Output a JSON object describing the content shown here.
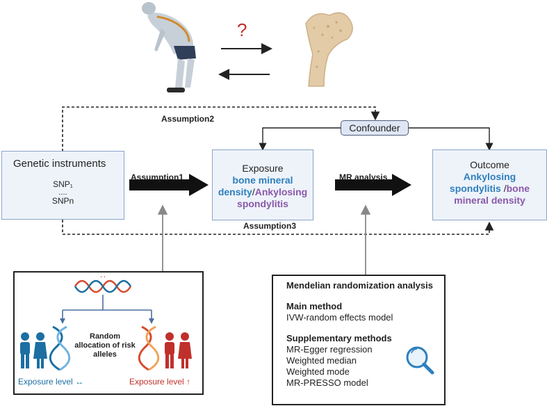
{
  "top": {
    "question_mark": "?"
  },
  "assumptions": {
    "a1": "Assumption1",
    "a2": "Assumption2",
    "a3": "Assumption3"
  },
  "confounder": "Confounder",
  "genetic": {
    "title": "Genetic instruments",
    "snp1": "SNP₁",
    "dots": "....",
    "snpn": "SNPn"
  },
  "exposure": {
    "title": "Exposure",
    "part1": "bone mineral density",
    "slash": "/",
    "part2": "Ankylosing spondylitis"
  },
  "mr_label": "MR analysis",
  "outcome": {
    "title": "Outcome",
    "part1": "Ankylosing spondylitis",
    "slash": " /",
    "part2": "bone mineral density"
  },
  "random_panel": {
    "caption": "Random allocation of risk alleles",
    "left_label": "Exposure level",
    "left_arrow": "↔",
    "right_label": "Exposure level",
    "right_arrow": "↑"
  },
  "methods": {
    "title": "Mendelian randomization analysis",
    "main_heading": "Main method",
    "main_item": "IVW-random effects model",
    "supp_heading": "Supplementary methods",
    "supp_items": [
      "MR-Egger regression",
      "Weighted median",
      "Weighted mode",
      "MR-PRESSO model"
    ]
  },
  "colors": {
    "blue": "#2e7fbd",
    "purple": "#8a59a8",
    "box_fill": "#eef3fa",
    "box_border": "#8aa4c6",
    "dna_red": "#d64b2f",
    "person_blue": "#1c6fa3",
    "person_red": "#c0302b",
    "question_red": "#c0302b"
  }
}
